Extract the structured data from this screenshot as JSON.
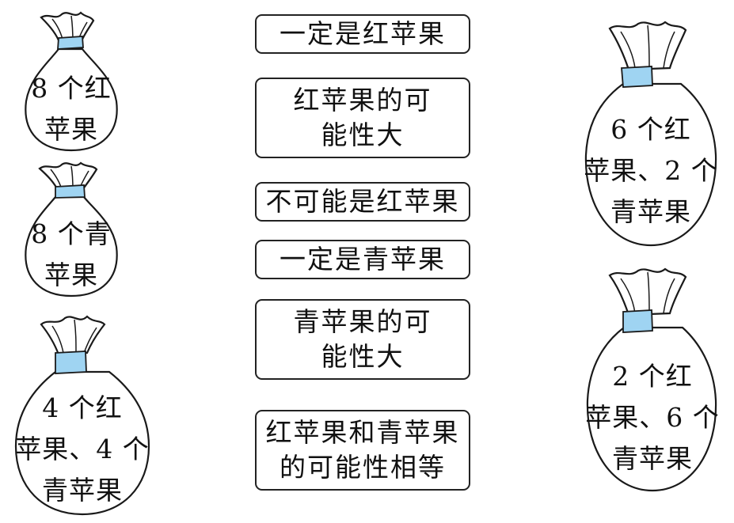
{
  "bags": [
    {
      "id": "bag-1",
      "lines": [
        "8 个红",
        "苹果"
      ]
    },
    {
      "id": "bag-2",
      "lines": [
        "8 个青",
        "苹果"
      ]
    },
    {
      "id": "bag-3",
      "lines": [
        "4 个红",
        "苹果、4 个",
        "青苹果"
      ]
    },
    {
      "id": "bag-4",
      "lines": [
        "6 个红",
        "苹果、2 个",
        "青苹果"
      ]
    },
    {
      "id": "bag-5",
      "lines": [
        "2 个红",
        "苹果、6 个",
        "青苹果"
      ]
    }
  ],
  "options": [
    {
      "id": "opt-1",
      "lines": [
        "一定是红苹果"
      ]
    },
    {
      "id": "opt-2",
      "lines": [
        "红苹果的可",
        "能性大"
      ]
    },
    {
      "id": "opt-3",
      "lines": [
        "不可能是红苹果"
      ]
    },
    {
      "id": "opt-4",
      "lines": [
        "一定是青苹果"
      ]
    },
    {
      "id": "opt-5",
      "lines": [
        "青苹果的可",
        "能性大"
      ]
    },
    {
      "id": "opt-6",
      "lines": [
        "红苹果和青苹果",
        "的可能性相等"
      ]
    }
  ],
  "colors": {
    "tie": "#9fd4f2",
    "outline": "#1a1a1a",
    "background": "#ffffff"
  }
}
